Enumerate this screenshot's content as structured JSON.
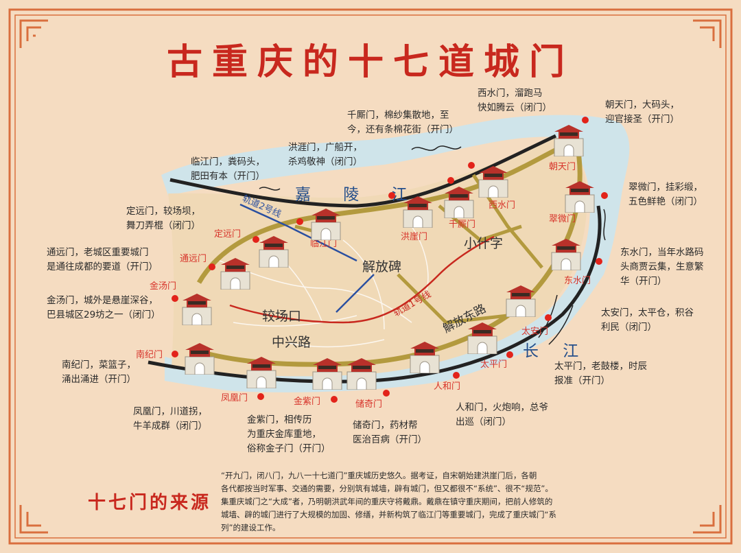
{
  "title": "古重庆的十七道城门",
  "rivers": {
    "jialing": "嘉 陵 江",
    "yangtze": "长 江"
  },
  "metro": {
    "line2": "轨道2号线",
    "line1": "轨道1号线"
  },
  "places": {
    "xiaoshizi": "小什字",
    "jiefangbei": "解放碑",
    "jiaochangkou": "较场口",
    "zhongxinglu": "中兴路",
    "jiefangdonglu": "解放东路"
  },
  "gates": [
    {
      "name": "朝天门",
      "note": "朝天门，大码头，\n迎官接圣（开门）"
    },
    {
      "name": "翠微门",
      "note": "翠微门，挂彩缎，\n五色鲜艳（闭门）"
    },
    {
      "name": "东水门",
      "note": "东水门，当年水路码\n头商贾云集，生意繁\n华（开门）"
    },
    {
      "name": "太安门",
      "note": "太安门，太平仓，积谷\n利民（闭门）"
    },
    {
      "name": "太平门",
      "note": "太平门，老鼓楼，时辰\n报准（开门）"
    },
    {
      "name": "人和门",
      "note": "人和门，火炮响，总爷\n出巡（闭门）"
    },
    {
      "name": "储奇门",
      "note": "储奇门，药材帮\n医治百病（开门）"
    },
    {
      "name": "金紫门",
      "note": "金紫门，相传历\n为重庆金库重地，\n俗称金子门（开门）"
    },
    {
      "name": "凤凰门",
      "note": "凤凰门，川道拐，\n牛羊成群（闭门）"
    },
    {
      "name": "南纪门",
      "note": "南纪门，菜篮子，\n涌出涌进（开门）"
    },
    {
      "name": "金汤门",
      "note": "金汤门，城外是悬崖深谷，\n巴县城区29坊之一（闭门）"
    },
    {
      "name": "通远门",
      "note": "通远门，老城区重要城门\n是通往成都的要道（开门）"
    },
    {
      "name": "定远门",
      "note": "定远门，较场坝，\n舞刀弄棍（闭门）"
    },
    {
      "name": "临江门",
      "note": "临江门，粪码头，\n肥田有本（开门）"
    },
    {
      "name": "洪崖门",
      "note": "洪涯门，广船开，\n杀鸡敬神（闭门）"
    },
    {
      "name": "千厮门",
      "note": "千厮门，棉纱集散地，至\n今，还有条棉花街（开门）"
    },
    {
      "name": "西水门",
      "note": "西水门，溜跑马\n快如腾云（闭门）"
    }
  ],
  "map_gate_labels": [
    "朝天门",
    "翠微门",
    "东水门",
    "太安门",
    "太平门",
    "人和门",
    "储奇门",
    "金紫门",
    "凤凰门",
    "南纪门",
    "金汤门",
    "通远门",
    "定远门",
    "临江门",
    "洪崖门",
    "千厮门",
    "西水门"
  ],
  "origin": {
    "title": "十七门的来源",
    "text": "“开九门，闭八门，九八一十七道门”重庆城历史悠久。据考证，自宋朝始建洪崖门后，各朝\n各代都按当时军事、交通的需要，分别筑有城墙，辟有城门，但又都很不“系统”、很不“规范”。\n集重庆城门之“大成”者，乃明朝洪武年间的重庆守将戴鼎。戴鼎在镇守重庆期间，把前人修筑的\n城墙、辟的城门进行了大规模的加固、修缮，并新构筑了临江门等重要城门，完成了重庆城门“系\n列”的建设工作。"
  },
  "colors": {
    "background": "#f5dcc1",
    "border": "#d96f3e",
    "title": "#c8281e",
    "land": "#f0d9b6",
    "water": "#cfe4ea",
    "wall": "#b39a3e",
    "gate_roof": "#b8312a",
    "gate_label": "#d7332a"
  }
}
